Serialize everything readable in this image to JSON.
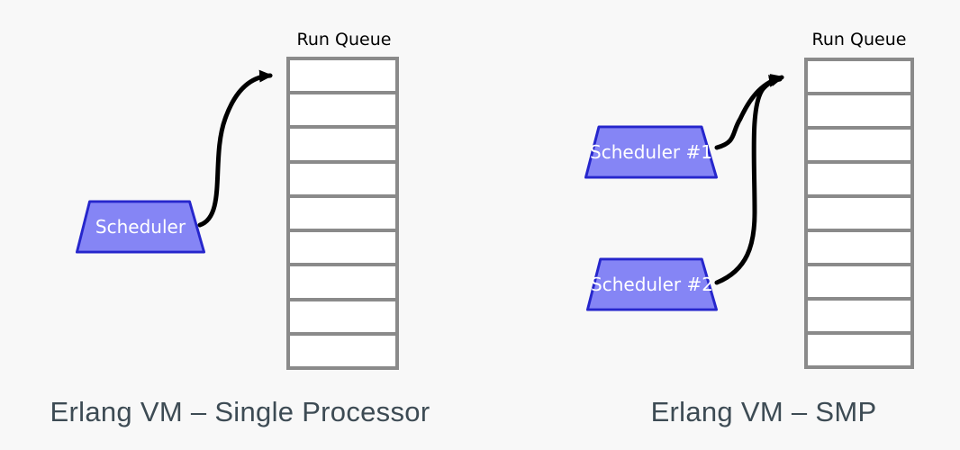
{
  "colors": {
    "background": "#f8f8f8",
    "scheduler_fill": "#8585f5",
    "scheduler_border": "#2626cc",
    "queue_border": "#8a8a8a",
    "queue_cell": "#ffffff",
    "arrow": "#000000",
    "caption_text": "#3d4b54",
    "queue_label_text": "#000000",
    "scheduler_label_text": "#ffffff"
  },
  "diagrams": [
    {
      "caption": "Erlang VM – Single Processor",
      "run_queue": {
        "label": "Run Queue",
        "cell_count": 9
      },
      "schedulers": [
        {
          "label": "Scheduler"
        }
      ]
    },
    {
      "caption": "Erlang VM – SMP",
      "run_queue": {
        "label": "Run Queue",
        "cell_count": 9
      },
      "schedulers": [
        {
          "label": "Scheduler #1"
        },
        {
          "label": "Scheduler #2"
        }
      ]
    }
  ]
}
